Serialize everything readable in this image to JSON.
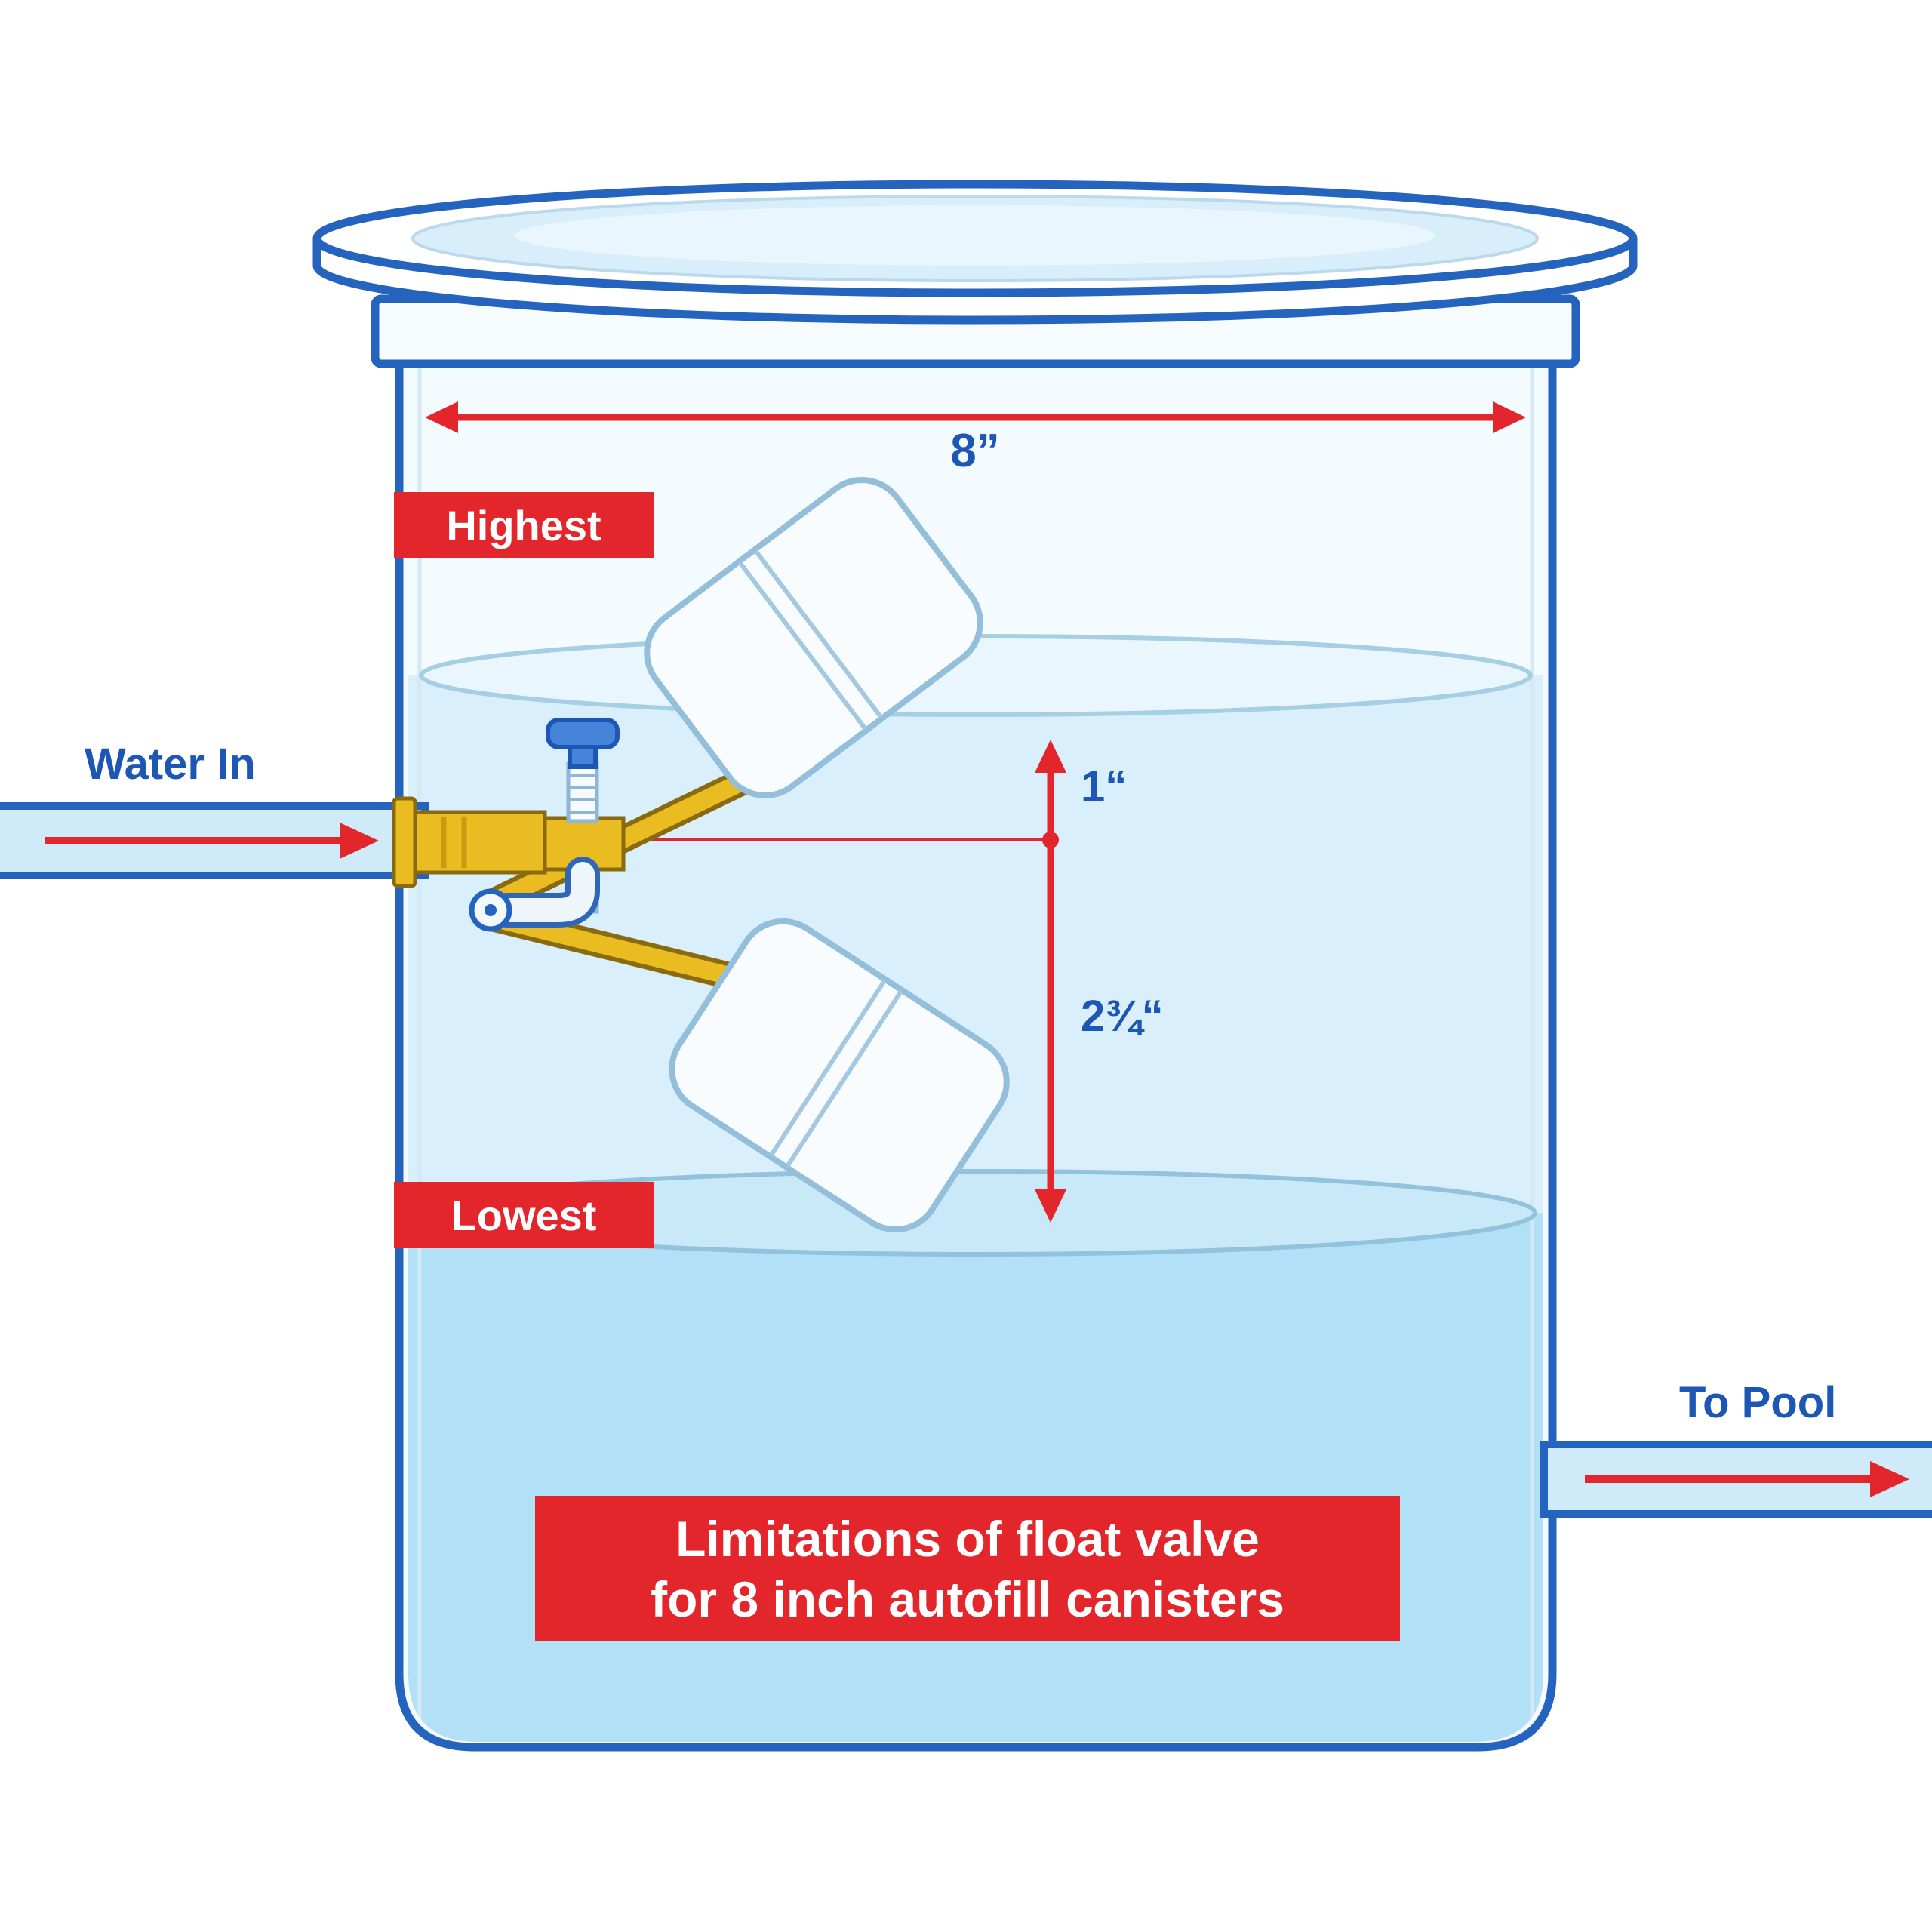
{
  "banner": {
    "line1": "Limitations of float valve",
    "line2": "for 8 inch autofill canisters"
  },
  "labels": {
    "water_in": "Water In",
    "to_pool": "To Pool",
    "highest": "Highest",
    "lowest": "Lowest"
  },
  "dimensions": {
    "width": "8”",
    "gap_top": "1“",
    "gap_bottom": "2¾“"
  },
  "colors": {
    "outline_blue": "#2463be",
    "text_blue": "#1d56b5",
    "accent_red": "#e2262c",
    "water_light": "#d9effb",
    "water_deep": "#b2e1f7",
    "pipe_water": "#cfeaf9",
    "brass": "#e9bd22"
  }
}
